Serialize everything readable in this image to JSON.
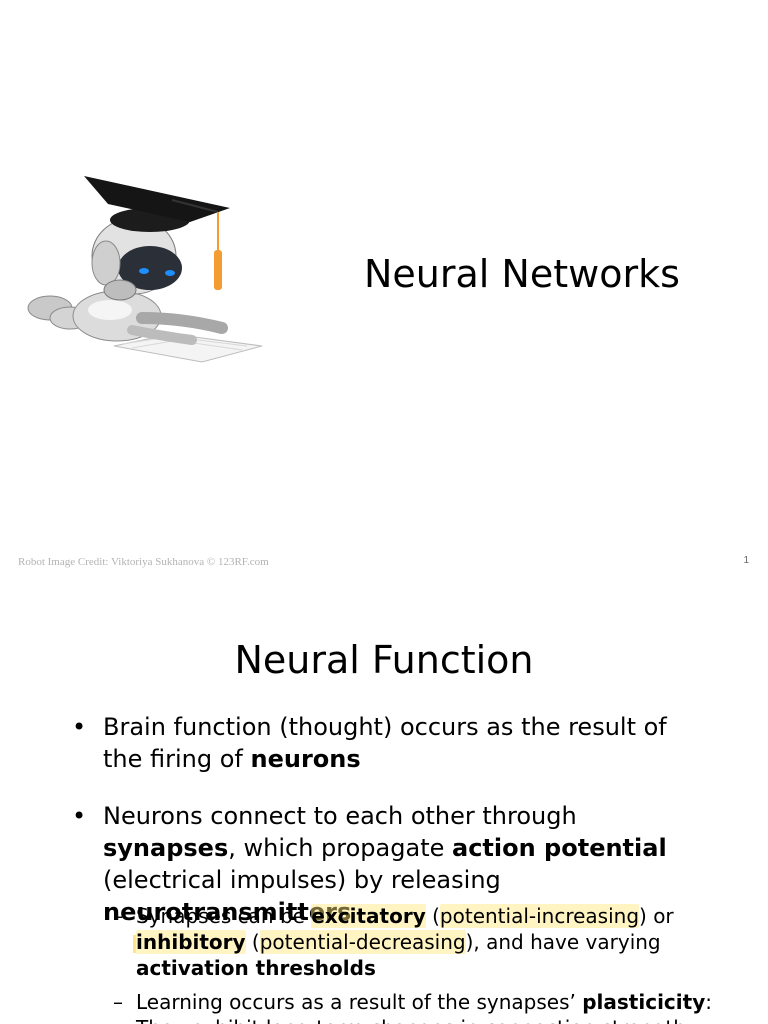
{
  "slide1": {
    "title": "Neural Networks",
    "credit": "Robot Image Credit: Viktoriya Sukhanova © 123RF.com",
    "page_number": "1",
    "image_icon": "graduate-robot-reading-icon"
  },
  "slide2": {
    "title": "Neural Function",
    "bullet1": {
      "t1": "Brain function (thought) occurs as the result of the firing of ",
      "b1": "neurons"
    },
    "bullet2": {
      "t1": "Neurons connect to each other through ",
      "b1": "synapses",
      "t2": ", which propagate ",
      "b2": "action potential",
      "t3": " (electrical impulses) by releasing ",
      "b3": "neurotransmitters"
    },
    "sub1": {
      "t1": "Synapses can be ",
      "b1": "excitatory",
      "t2": " (",
      "h1": "potential-increasing",
      "t3": ") or ",
      "b2": "inhibitory",
      "t4": " (",
      "h2": "potential-decreasing",
      "t5": "), and have varying ",
      "b3": "activation thresholds"
    },
    "sub2": {
      "t1": "Learning occurs as a result of the synapses’ ",
      "b1": "plasticicity",
      "t2": ":",
      "t3": "They exhibit long-term changes in connection strength"
    },
    "colors": {
      "highlight": "#ffe678",
      "tassel": "#f39c32",
      "eye": "#1e8fff"
    }
  }
}
